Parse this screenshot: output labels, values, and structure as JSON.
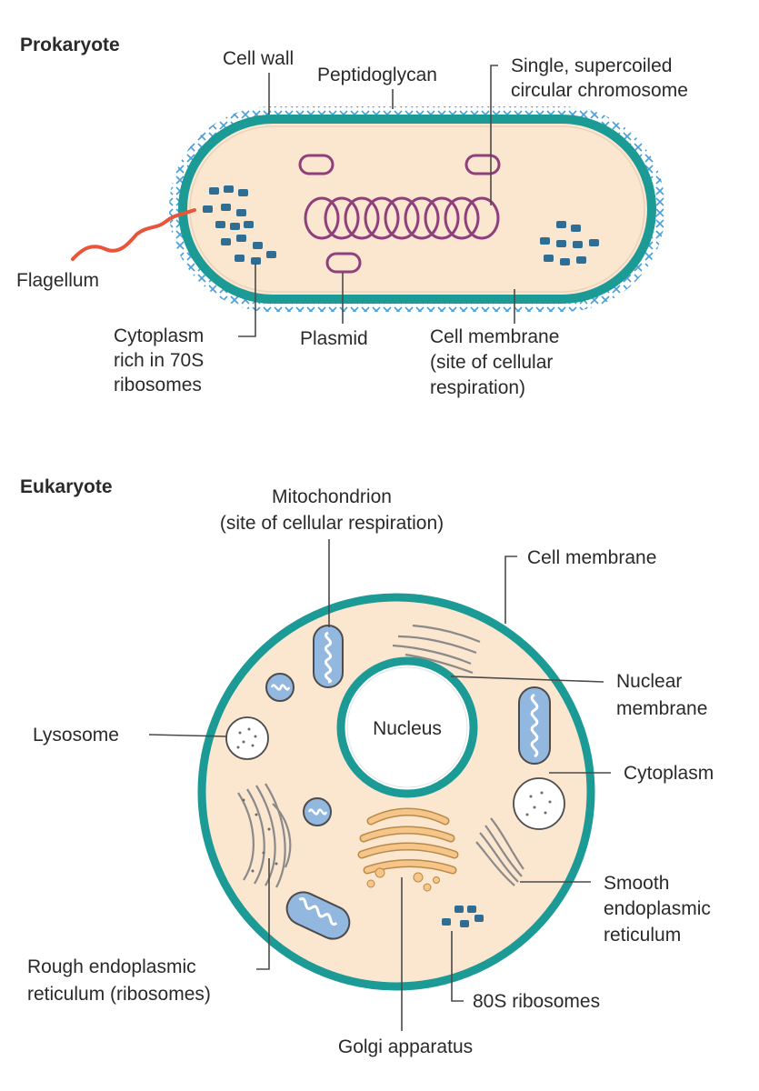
{
  "colors": {
    "cytoplasm": "#fbe6d0",
    "membrane": "#1b9a96",
    "peptidoglycan": "#4a9fd8",
    "chromosome": "#8e3f7c",
    "flagellum": "#e8553b",
    "ribosome": "#2f6e92",
    "mitochondrion": "#93b8e0",
    "golgi": "#f5c58a",
    "reticulum": "#9a9a9a"
  },
  "prokaryote": {
    "heading": "Prokaryote",
    "labels": {
      "cell_wall": "Cell wall",
      "peptidoglycan": "Peptidoglycan",
      "chromosome": [
        "Single, supercoiled",
        "circular chromosome"
      ],
      "flagellum": "Flagellum",
      "cytoplasm": [
        "Cytoplasm",
        "rich in 70S",
        "ribosomes"
      ],
      "plasmid": "Plasmid",
      "cell_membrane": [
        "Cell membrane",
        "(site of cellular",
        "respiration)"
      ]
    }
  },
  "eukaryote": {
    "heading": "Eukaryote",
    "labels": {
      "mitochondrion": [
        "Mitochondrion",
        "(site of cellular respiration)"
      ],
      "cell_membrane": "Cell membrane",
      "nuclear_membrane": [
        "Nuclear",
        "membrane"
      ],
      "nucleus": "Nucleus",
      "lysosome": "Lysosome",
      "cytoplasm": "Cytoplasm",
      "smooth_er": [
        "Smooth",
        "endoplasmic",
        "reticulum"
      ],
      "rough_er": [
        "Rough endoplasmic",
        "reticulum (ribosomes)"
      ],
      "ribosomes": "80S ribosomes",
      "golgi": "Golgi apparatus"
    }
  }
}
